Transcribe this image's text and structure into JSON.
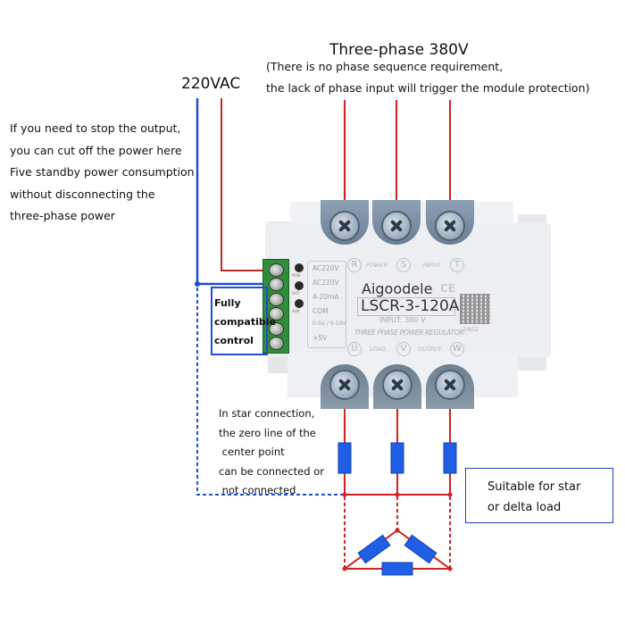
{
  "headings": {
    "three_phase": "Three-phase 380V",
    "three_phase_note_1": "(There is no phase sequence requirement,",
    "three_phase_note_2": "the lack of phase input will trigger the module protection)",
    "control_supply": "220VAC"
  },
  "annotations": {
    "power_cut_note": "If you need to stop the output,\nyou can cut off the power here\nFive standby power consumption\nwithout disconnecting the\nthree-phase power",
    "control_box": "Fully\ncompatible\ncontrol",
    "star_note": "In star connection,\nthe zero line of the\n center point\ncan be connected or\n not connected",
    "load_note": "Suitable for star\nor delta load"
  },
  "device": {
    "brand": "Aigoodele",
    "certification": "CE",
    "model": "LSCR-3-120A",
    "input_rating": "INPUT: 380 V",
    "description": "THREE PHASE POWER REGULATOR",
    "batch_code": "2402",
    "leds": [
      {
        "label": "POW"
      },
      {
        "label": "OUT"
      },
      {
        "label": "ALM"
      }
    ],
    "signal_terminals": [
      "AC220V",
      "AC220V",
      "4-20mA",
      "COM",
      "0-5V / 0-10V",
      "+5V"
    ],
    "input_phases": [
      {
        "letter": "R"
      },
      {
        "letter": "S"
      },
      {
        "letter": "T"
      }
    ],
    "input_labels": [
      "POWER",
      "INPUT"
    ],
    "output_phases": [
      {
        "letter": "U"
      },
      {
        "letter": "V"
      },
      {
        "letter": "W"
      }
    ],
    "output_labels": [
      "LOAD",
      "OUTPUT"
    ]
  },
  "colors": {
    "phase_wire": "#d42020",
    "control_wire": "#1e4fd0",
    "load_resistor": "#1f5fe8",
    "terminal_block": "#2f8e3a",
    "device_body": "#eceef2"
  }
}
